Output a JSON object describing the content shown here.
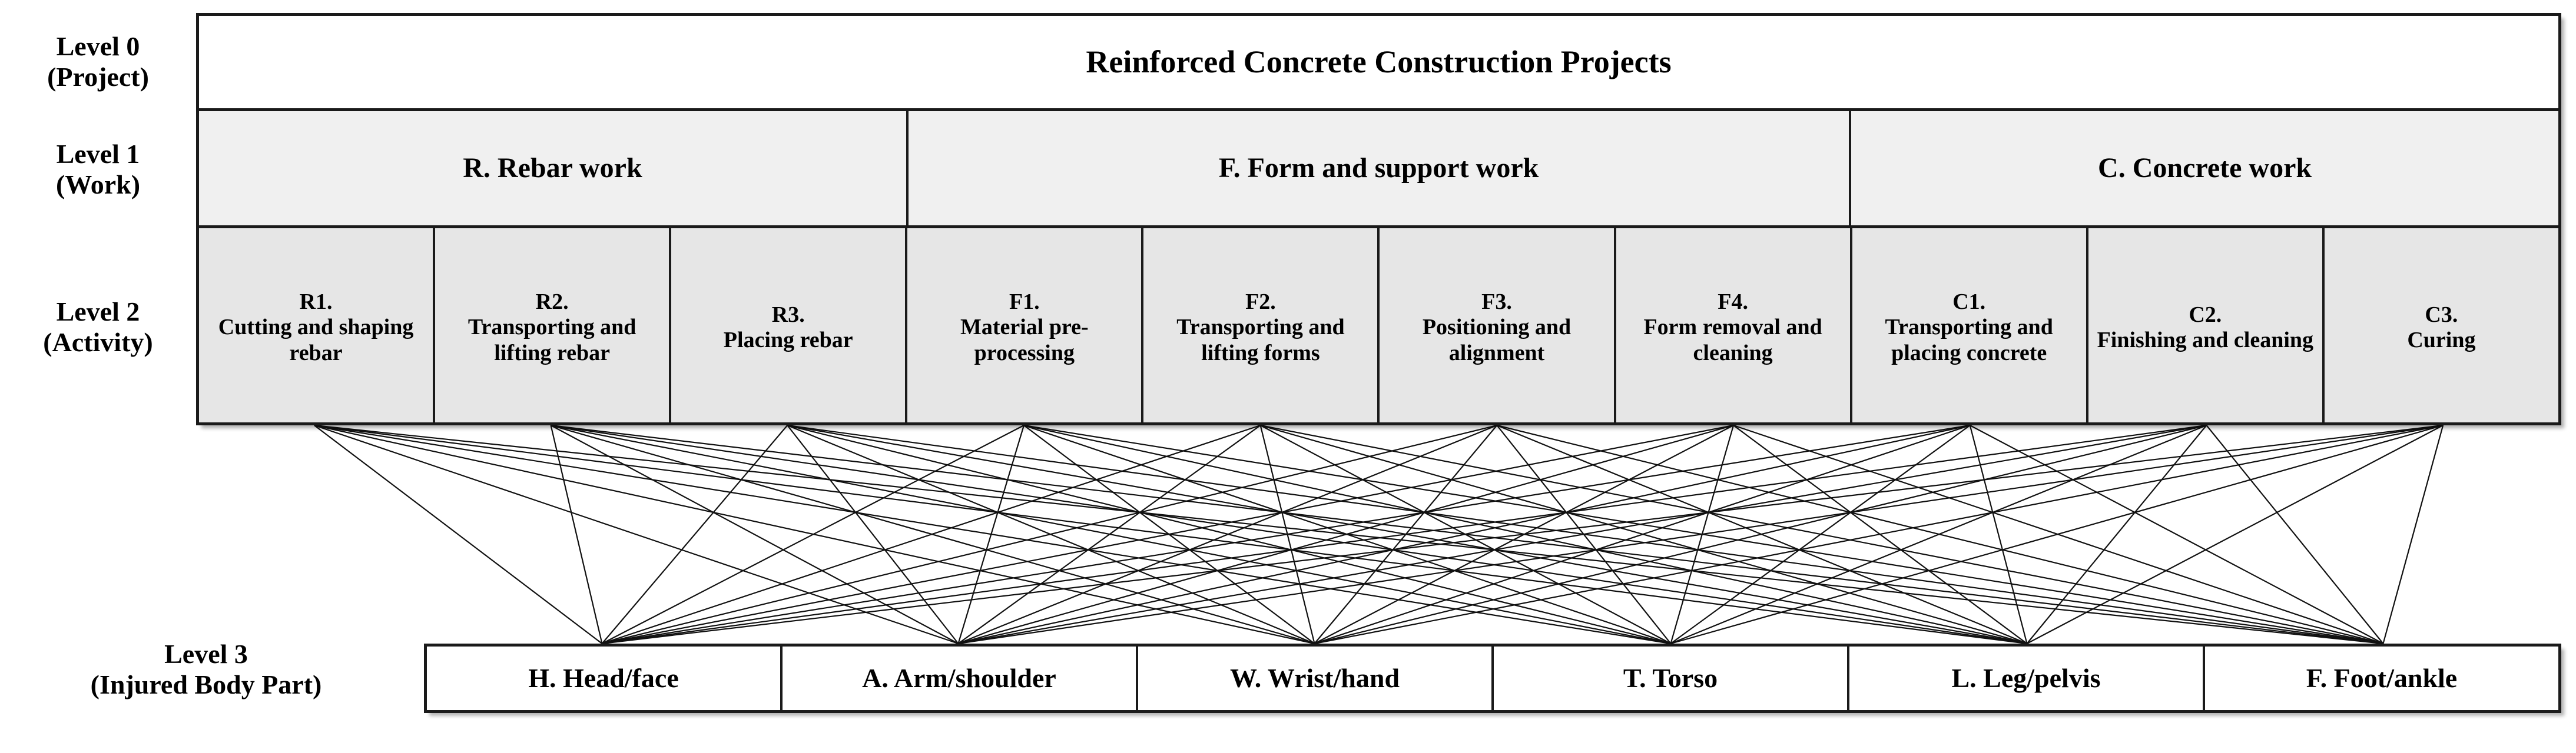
{
  "diagram": {
    "title": "Reinforced Concrete Construction Projects hierarchy",
    "level_labels": [
      {
        "id": "level-0",
        "line1": "Level 0",
        "line2": "(Project)"
      },
      {
        "id": "level-1",
        "line1": "Level 1",
        "line2": "(Work)"
      },
      {
        "id": "level-2",
        "line1": "Level 2",
        "line2": "(Activity)"
      },
      {
        "id": "level-3",
        "line1": "Level 3",
        "line2": "(Injured Body Part)"
      }
    ],
    "level0": {
      "label": "Reinforced Concrete Construction Projects"
    },
    "level1": [
      {
        "code": "R",
        "label": "R. Rebar work",
        "span": 3
      },
      {
        "code": "F",
        "label": "F. Form and support work",
        "span": 4
      },
      {
        "code": "C",
        "label": "C. Concrete work",
        "span": 3
      }
    ],
    "level2": [
      {
        "code": "R1.",
        "name": "Cutting and shaping rebar"
      },
      {
        "code": "R2.",
        "name": "Transporting and lifting rebar"
      },
      {
        "code": "R3.",
        "name": "Placing rebar"
      },
      {
        "code": "F1.",
        "name": "Material pre-processing"
      },
      {
        "code": "F2.",
        "name": "Transporting and lifting forms"
      },
      {
        "code": "F3.",
        "name": "Positioning and alignment"
      },
      {
        "code": "F4.",
        "name": "Form removal and cleaning"
      },
      {
        "code": "C1.",
        "name": "Transporting and placing concrete"
      },
      {
        "code": "C2.",
        "name": "Finishing and cleaning"
      },
      {
        "code": "C3.",
        "name": "Curing"
      }
    ],
    "level3": [
      {
        "code": "H",
        "label": "H. Head/face"
      },
      {
        "code": "A",
        "label": "A. Arm/shoulder"
      },
      {
        "code": "W",
        "label": "W. Wrist/hand"
      },
      {
        "code": "T",
        "label": "T. Torso"
      },
      {
        "code": "L",
        "label": "L. Leg/pelvis"
      },
      {
        "code": "F",
        "label": "F. Foot/ankle"
      }
    ],
    "connections": {
      "description": "complete bipartite mapping: every Level 2 activity links to every Level 3 injured body part",
      "count": 60,
      "style": "straight-line"
    },
    "colors": {
      "border": "#1a1a1a",
      "level0_fill": "#ffffff",
      "level1_fill": "#f0f0f0",
      "level2_fill": "#e6e6e6",
      "level3_fill": "#ffffff",
      "line": "#111111",
      "text": "#000000"
    }
  }
}
